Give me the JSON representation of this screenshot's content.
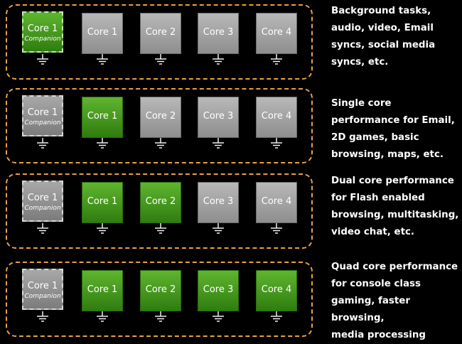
{
  "rows": [
    {
      "cores": [
        {
          "label": "Core 1",
          "sub": "Companion",
          "state": "on"
        },
        {
          "label": "Core 1",
          "state": "off"
        },
        {
          "label": "Core 2",
          "state": "off"
        },
        {
          "label": "Core 3",
          "state": "off"
        },
        {
          "label": "Core 4",
          "state": "off"
        }
      ],
      "description": "Background tasks,\naudio, video, Email\nsyncs, social media\nsyncs, etc."
    },
    {
      "cores": [
        {
          "label": "Core 1",
          "sub": "Companion",
          "state": "off"
        },
        {
          "label": "Core 1",
          "state": "on"
        },
        {
          "label": "Core 2",
          "state": "off"
        },
        {
          "label": "Core 3",
          "state": "off"
        },
        {
          "label": "Core 4",
          "state": "off"
        }
      ],
      "description": "Single core\nperformance for Email,\n2D games, basic\nbrowsing, maps, etc."
    },
    {
      "cores": [
        {
          "label": "Core 1",
          "sub": "Companion",
          "state": "off"
        },
        {
          "label": "Core 1",
          "state": "on"
        },
        {
          "label": "Core 2",
          "state": "on"
        },
        {
          "label": "Core 3",
          "state": "off"
        },
        {
          "label": "Core 4",
          "state": "off"
        }
      ],
      "description": "Dual core performance\nfor Flash enabled\nbrowsing, multitasking,\nvideo chat, etc."
    },
    {
      "cores": [
        {
          "label": "Core 1",
          "sub": "Companion",
          "state": "off"
        },
        {
          "label": "Core 1",
          "state": "on"
        },
        {
          "label": "Core 2",
          "state": "on"
        },
        {
          "label": "Core 3",
          "state": "on"
        },
        {
          "label": "Core 4",
          "state": "on"
        }
      ],
      "description": "Quad core performance\nfor console class\ngaming, faster browsing,\nmedia processing"
    }
  ],
  "colors": {
    "active": "#4a9e20",
    "inactive": "#a0a0a0",
    "border": "#e8a040",
    "background": "#000000"
  }
}
